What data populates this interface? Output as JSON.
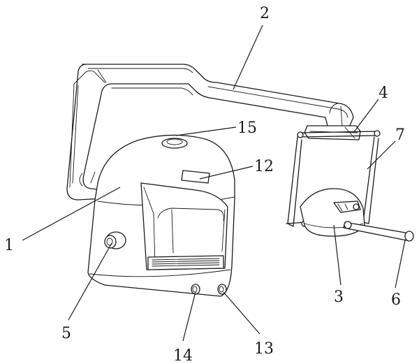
{
  "labels": {
    "l1": "1",
    "l2": "2",
    "l3": "3",
    "l4": "4",
    "l5": "5",
    "l6": "6",
    "l7": "7",
    "l12": "12",
    "l13": "13",
    "l14": "14",
    "l15": "15"
  }
}
